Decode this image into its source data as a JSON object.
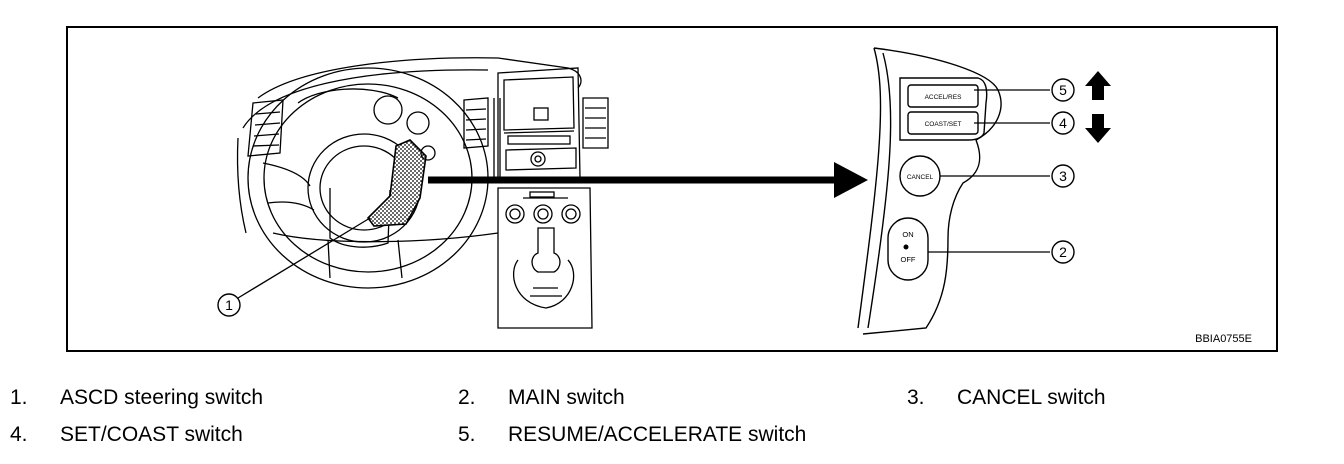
{
  "figure": {
    "code": "BBIA0755E",
    "buttons": {
      "accel_res": "ACCEL/RES",
      "coast_set": "COAST/SET",
      "cancel": "CANCEL",
      "on": "ON",
      "off": "OFF"
    },
    "callouts": [
      "1",
      "2",
      "3",
      "4",
      "5"
    ]
  },
  "legend": [
    {
      "num": "1.",
      "text": "ASCD steering switch"
    },
    {
      "num": "2.",
      "text": "MAIN switch"
    },
    {
      "num": "3.",
      "text": "CANCEL switch"
    },
    {
      "num": "4.",
      "text": "SET/COAST switch"
    },
    {
      "num": "5.",
      "text": "RESUME/ACCELERATE switch"
    }
  ]
}
